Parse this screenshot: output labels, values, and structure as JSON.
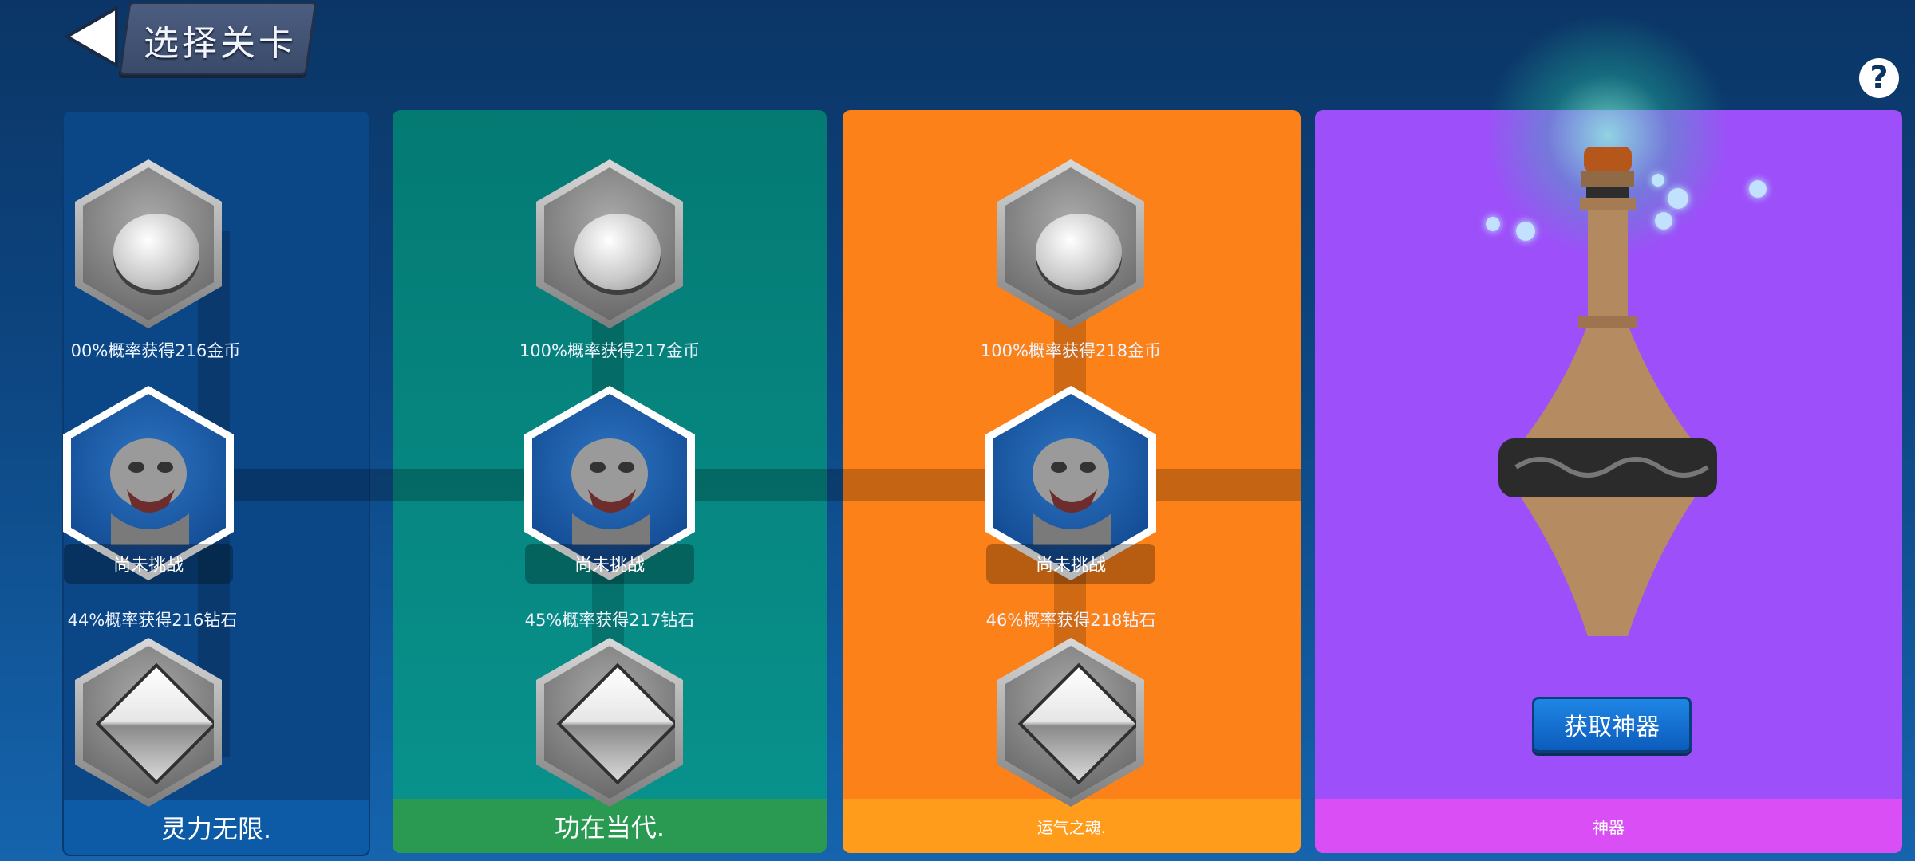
{
  "header": {
    "title": "选择关卡",
    "back_icon": "back-arrow-icon",
    "help_icon": "help-icon",
    "help_label": "?"
  },
  "levels": [
    {
      "footer": "灵力无限.",
      "coin_reward": "00%概率获得216金币",
      "status": "尚未挑战",
      "diamond_reward": "44%概率获得216钻石"
    },
    {
      "footer": "功在当代.",
      "coin_reward": "100%概率获得217金币",
      "status": "尚未挑战",
      "diamond_reward": "45%概率获得217钻石"
    },
    {
      "footer": "运气之魂.",
      "coin_reward": "100%概率获得218金币",
      "status": "尚未挑战",
      "diamond_reward": "46%概率获得218钻石"
    }
  ],
  "artifact": {
    "button": "获取神器",
    "footer": "神器"
  },
  "colors": {
    "background": "#0d4783",
    "panel_blue": "#0b4686",
    "panel_teal": "#047a73",
    "panel_orange": "#fd8119",
    "panel_purple": "#9d4ff9"
  }
}
